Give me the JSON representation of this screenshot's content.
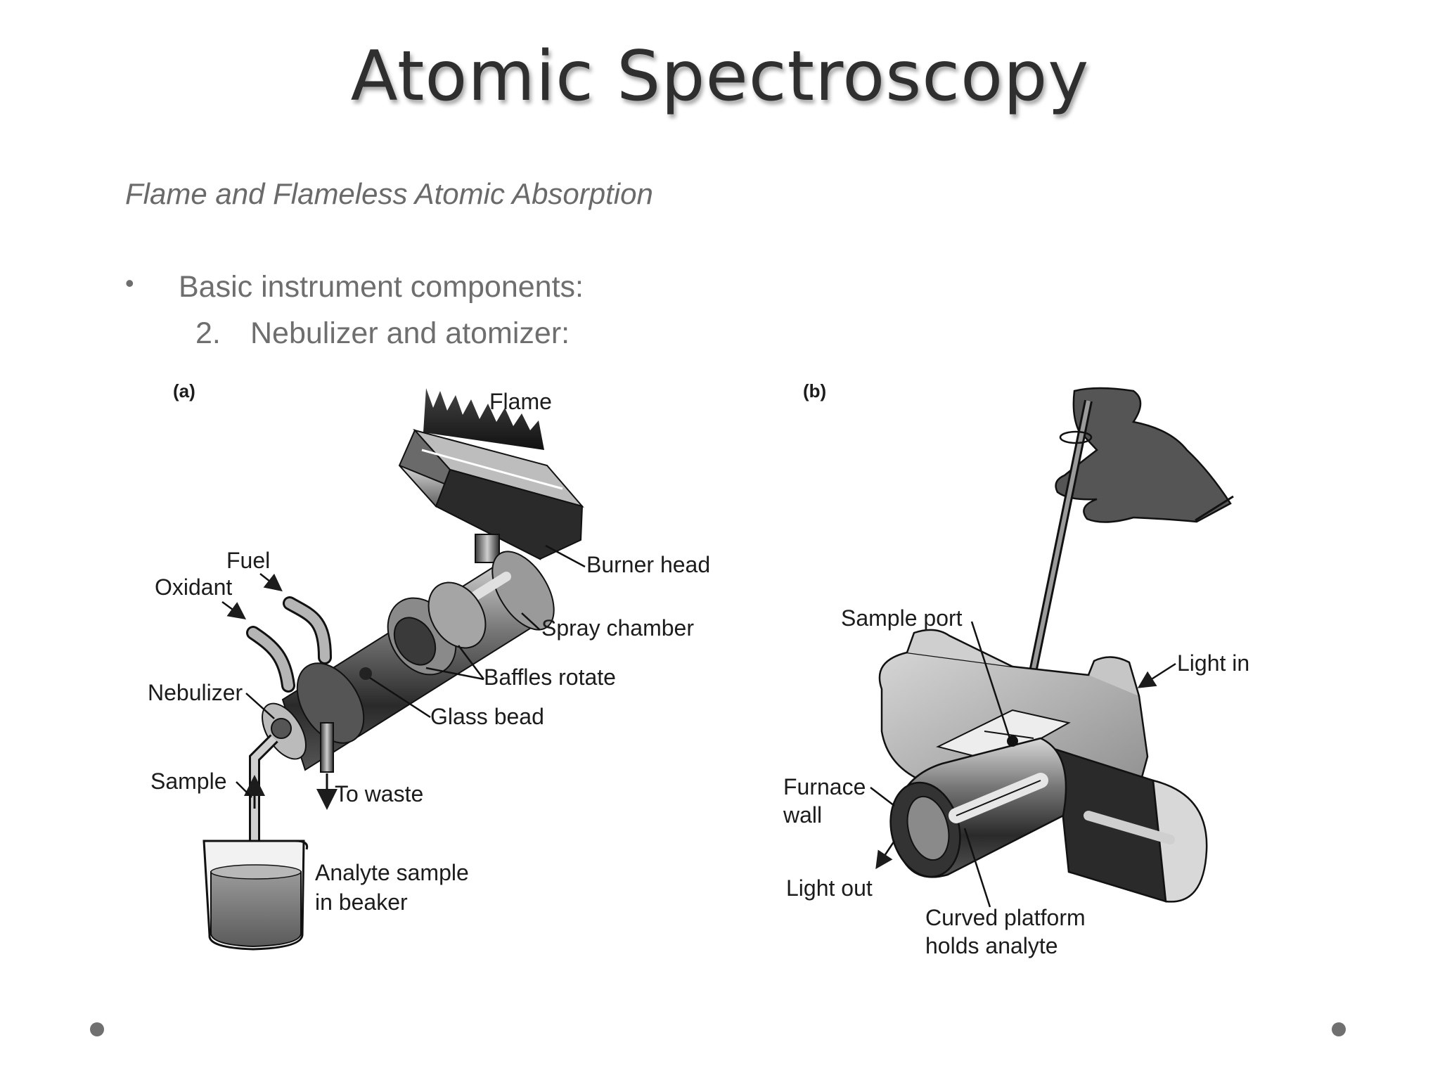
{
  "slide": {
    "title": "Atomic Spectroscopy",
    "subtitle": "Flame and Flameless Atomic Absorption",
    "bullet": "•",
    "bullet_text": "Basic instrument components:",
    "sub_number": "2.",
    "sub_text": "Nebulizer and atomizer:"
  },
  "figure_a": {
    "panel": "(a)",
    "labels": {
      "flame": "Flame",
      "fuel": "Fuel",
      "oxidant": "Oxidant",
      "burner_head": "Burner head",
      "spray_chamber": "Spray chamber",
      "baffles_rotate": "Baffles rotate",
      "nebulizer": "Nebulizer",
      "glass_bead": "Glass bead",
      "sample": "Sample",
      "to_waste": "To waste",
      "analyte_line1": "Analyte sample",
      "analyte_line2": "in beaker"
    }
  },
  "figure_b": {
    "panel": "(b)",
    "labels": {
      "sample_port": "Sample port",
      "light_in": "Light in",
      "furnace_line1": "Furnace",
      "furnace_line2": "wall",
      "light_out": "Light out",
      "curved_line1": "Curved platform",
      "curved_line2": "holds analyte"
    }
  }
}
